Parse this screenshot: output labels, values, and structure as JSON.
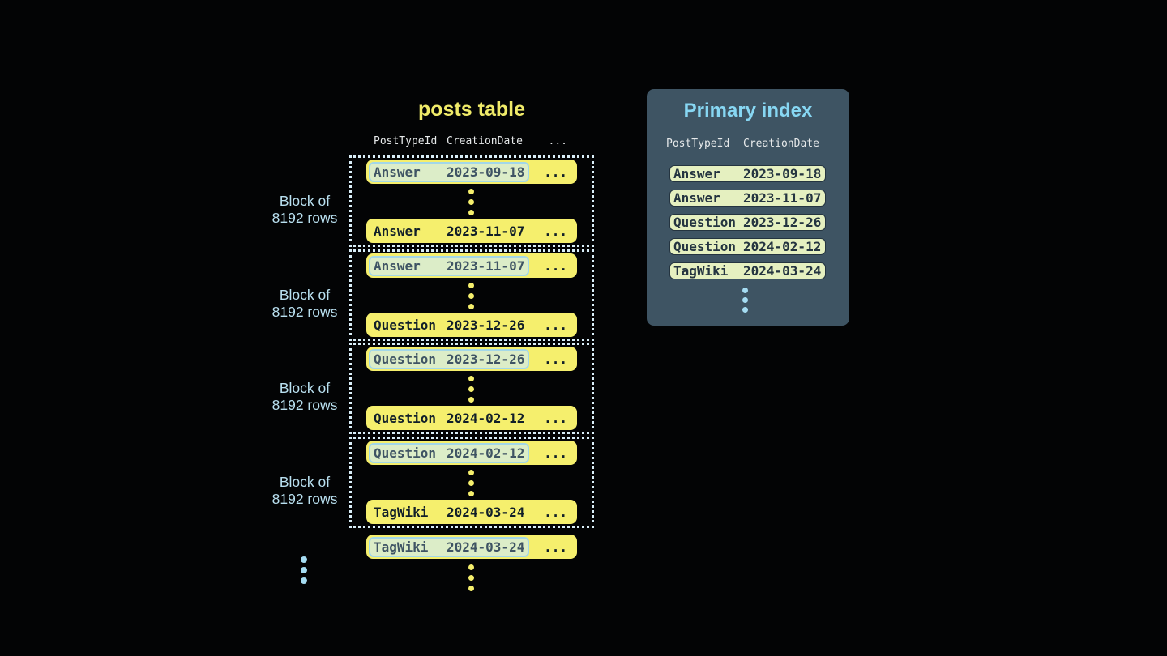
{
  "colors": {
    "background": "#030405",
    "row-yellow": "#f5ef6d",
    "row-text": "#111f29",
    "highlight-bg": "#dcedc8",
    "highlight-border": "#a2d7e9",
    "highlight-text": "#3f5464",
    "block-border": "#d9eef8",
    "label-blue": "#b9e0f0",
    "dot-blue": "#a5dcf2",
    "panel-bg": "#3e5463",
    "panel-title": "#87d7f3",
    "header-text": "#e6e9ea",
    "index-row-bg": "#e5f0c0",
    "index-row-text": "#243440",
    "posts-title": "#f0eb69"
  },
  "posts_table": {
    "title": "posts table",
    "columns": {
      "type": "PostTypeId",
      "date": "CreationDate",
      "more": "..."
    },
    "block_label": {
      "line1": "Block of",
      "line2": "8192 rows"
    },
    "blocks": [
      {
        "first": {
          "type": "Answer",
          "date": "2023-09-18",
          "more": "..."
        },
        "last": {
          "type": "Answer",
          "date": "2023-11-07",
          "more": "..."
        }
      },
      {
        "first": {
          "type": "Answer",
          "date": "2023-11-07",
          "more": "..."
        },
        "last": {
          "type": "Question",
          "date": "2023-12-26",
          "more": "..."
        }
      },
      {
        "first": {
          "type": "Question",
          "date": "2023-12-26",
          "more": "..."
        },
        "last": {
          "type": "Question",
          "date": "2024-02-12",
          "more": "..."
        }
      },
      {
        "first": {
          "type": "Question",
          "date": "2024-02-12",
          "more": "..."
        },
        "last": {
          "type": "TagWiki",
          "date": "2024-03-24",
          "more": "..."
        }
      }
    ],
    "overflow_row": {
      "type": "TagWiki",
      "date": "2024-03-24",
      "more": "..."
    }
  },
  "primary_index": {
    "title": "Primary index",
    "columns": {
      "type": "PostTypeId",
      "date": "CreationDate"
    },
    "rows": [
      {
        "type": "Answer",
        "date": "2023-09-18"
      },
      {
        "type": "Answer",
        "date": "2023-11-07"
      },
      {
        "type": "Question",
        "date": "2023-12-26"
      },
      {
        "type": "Question",
        "date": "2024-02-12"
      },
      {
        "type": "TagWiki",
        "date": "2024-03-24"
      }
    ]
  }
}
